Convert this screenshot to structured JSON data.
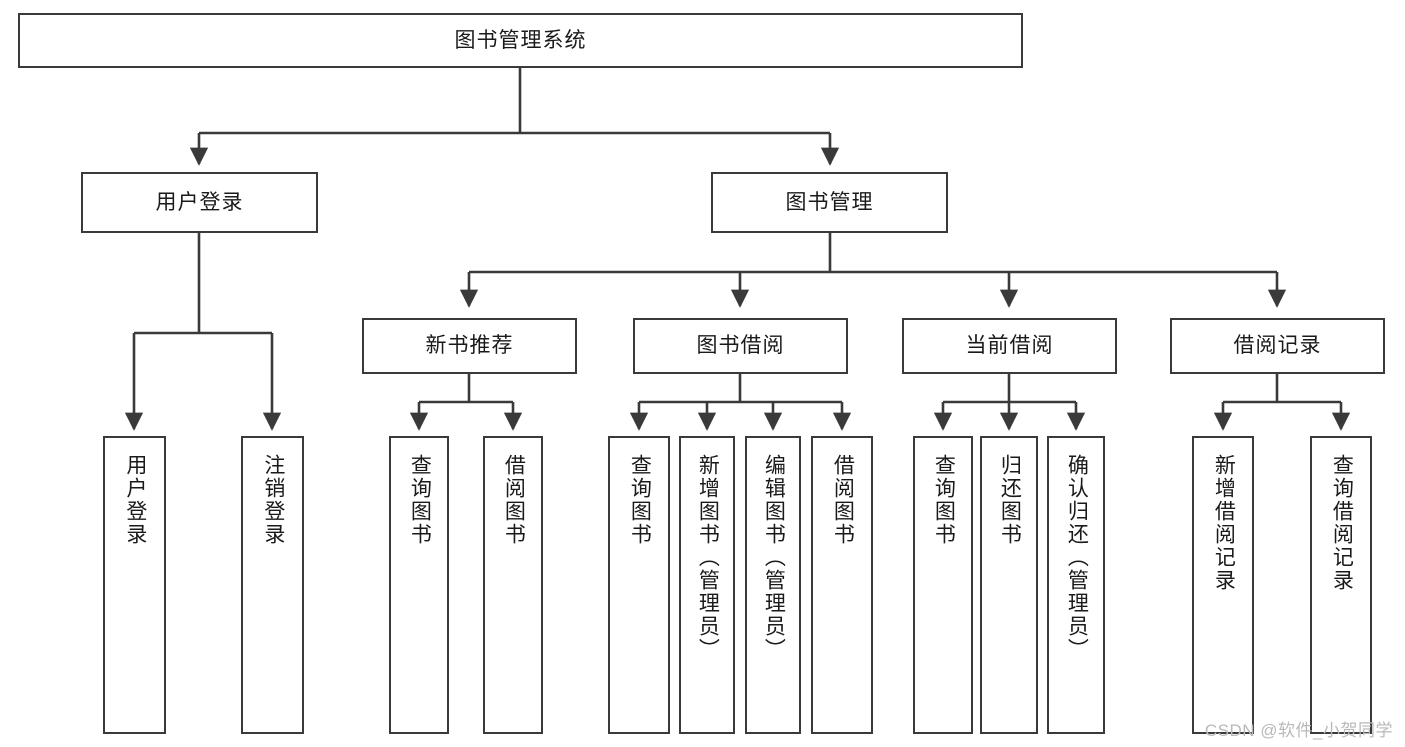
{
  "diagram": {
    "title": "图书管理系统",
    "type": "tree-hierarchy",
    "watermark": "CSDN @软件_小贺同学",
    "colors": {
      "box_border": "#3a3a3a",
      "box_fill": "#ffffff",
      "connector": "#3a3a3a",
      "text": "#1a1a1a",
      "watermark": "#b9b9b9",
      "background": "#ffffff"
    },
    "root": {
      "id": "root",
      "label": "图书管理系统",
      "orientation": "horizontal"
    },
    "level2": [
      {
        "id": "user-login",
        "label": "用户登录",
        "orientation": "horizontal"
      },
      {
        "id": "book-management",
        "label": "图书管理",
        "orientation": "horizontal"
      }
    ],
    "level3": [
      {
        "id": "new-book-recommend",
        "label": "新书推荐",
        "orientation": "horizontal",
        "parent": "book-management"
      },
      {
        "id": "book-borrow",
        "label": "图书借阅",
        "orientation": "horizontal",
        "parent": "book-management"
      },
      {
        "id": "current-borrow",
        "label": "当前借阅",
        "orientation": "horizontal",
        "parent": "book-management"
      },
      {
        "id": "borrow-record",
        "label": "借阅记录",
        "orientation": "horizontal",
        "parent": "book-management"
      }
    ],
    "leaves": {
      "user_login": [
        {
          "id": "leaf-user-login",
          "label": "用户登录",
          "orientation": "vertical"
        },
        {
          "id": "leaf-logout",
          "label": "注销登录",
          "orientation": "vertical"
        }
      ],
      "new_book_recommend": [
        {
          "id": "leaf-query-book-1",
          "label": "查询图书",
          "orientation": "vertical"
        },
        {
          "id": "leaf-borrow-book-1",
          "label": "借阅图书",
          "orientation": "vertical"
        }
      ],
      "book_borrow": [
        {
          "id": "leaf-query-book-2",
          "label": "查询图书",
          "orientation": "vertical"
        },
        {
          "id": "leaf-add-book",
          "label": "新增图书（管理员）",
          "orientation": "vertical"
        },
        {
          "id": "leaf-edit-book",
          "label": "编辑图书（管理员）",
          "orientation": "vertical"
        },
        {
          "id": "leaf-borrow-book-2",
          "label": "借阅图书",
          "orientation": "vertical"
        }
      ],
      "current_borrow": [
        {
          "id": "leaf-query-book-3",
          "label": "查询图书",
          "orientation": "vertical"
        },
        {
          "id": "leaf-return-book",
          "label": "归还图书",
          "orientation": "vertical"
        },
        {
          "id": "leaf-confirm-return",
          "label": "确认归还（管理员）",
          "orientation": "vertical"
        }
      ],
      "borrow_record": [
        {
          "id": "leaf-add-record",
          "label": "新增借阅记录",
          "orientation": "vertical"
        },
        {
          "id": "leaf-query-record",
          "label": "查询借阅记录",
          "orientation": "vertical"
        }
      ]
    }
  }
}
